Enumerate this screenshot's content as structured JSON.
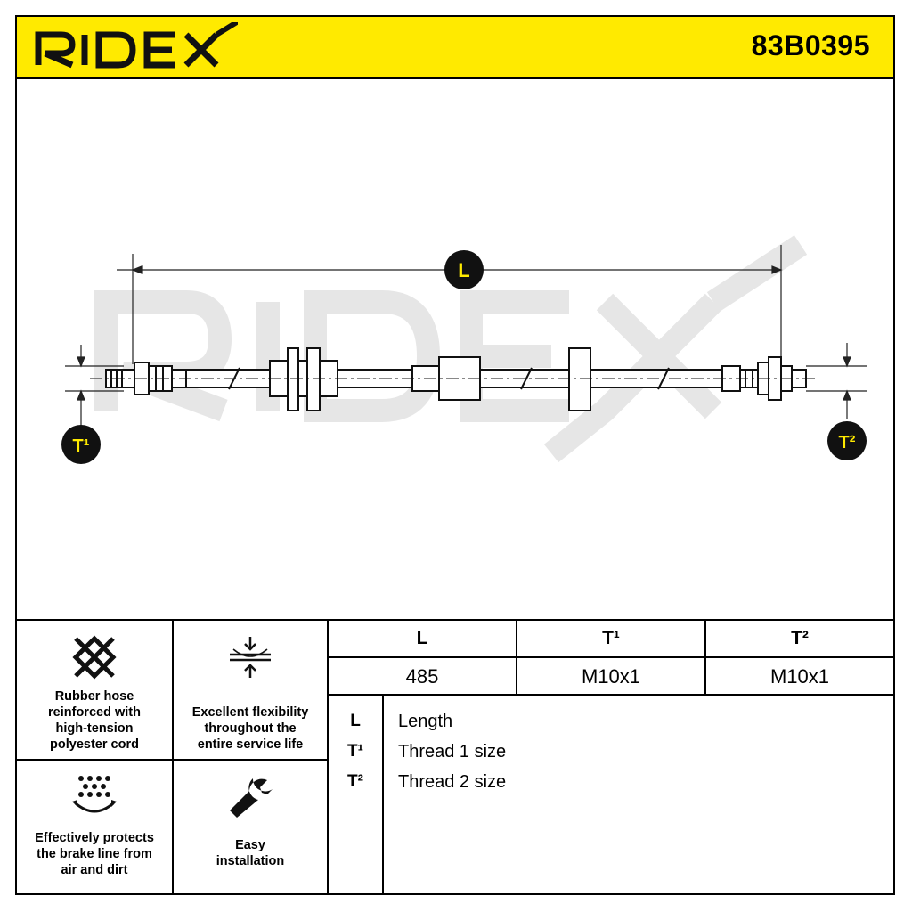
{
  "brand": {
    "name": "RIDEX",
    "accent_color": "#FFEA00"
  },
  "part_number": "83B0395",
  "drawing": {
    "watermark": "RIDEX",
    "dimension_labels": {
      "length": "L",
      "thread1": "T¹",
      "thread2": "T²"
    }
  },
  "features": [
    {
      "icon": "weave-cord-icon",
      "text_lines": [
        "Rubber hose",
        "reinforced with",
        "high-tension",
        "polyester cord"
      ]
    },
    {
      "icon": "flex-arrows-icon",
      "text_lines": [
        "Excellent flexibility",
        "throughout the",
        "entire service life"
      ]
    },
    {
      "icon": "shield-dots-icon",
      "text_lines": [
        "Effectively protects",
        "the brake line from",
        "air and dirt"
      ]
    },
    {
      "icon": "wrench-icon",
      "text_lines": [
        "Easy",
        "installation"
      ]
    }
  ],
  "spec_table": {
    "headers": [
      "L",
      "T¹",
      "T²"
    ],
    "values": [
      "485",
      "M10x1",
      "M10x1"
    ]
  },
  "legend": [
    {
      "key": "L",
      "label": "Length"
    },
    {
      "key": "T¹",
      "label": "Thread 1 size"
    },
    {
      "key": "T²",
      "label": "Thread 2 size"
    }
  ]
}
